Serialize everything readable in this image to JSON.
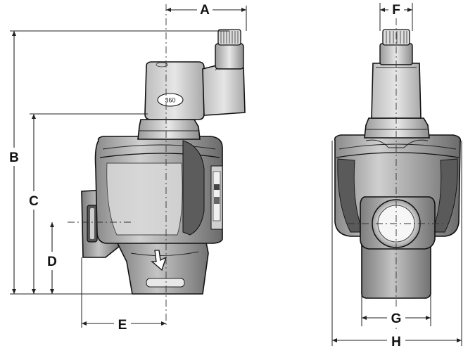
{
  "dimensions": {
    "a": "A",
    "b": "B",
    "c": "C",
    "d": "D",
    "e": "E",
    "f": "F",
    "g": "G",
    "h": "H"
  },
  "coil_badge": "360",
  "colors": {
    "line": "#222222",
    "body_dark": "#6e6e6e",
    "body_mid": "#a4a4a4",
    "body_light": "#d6d6d6",
    "highlight": "#f2f2f2"
  }
}
